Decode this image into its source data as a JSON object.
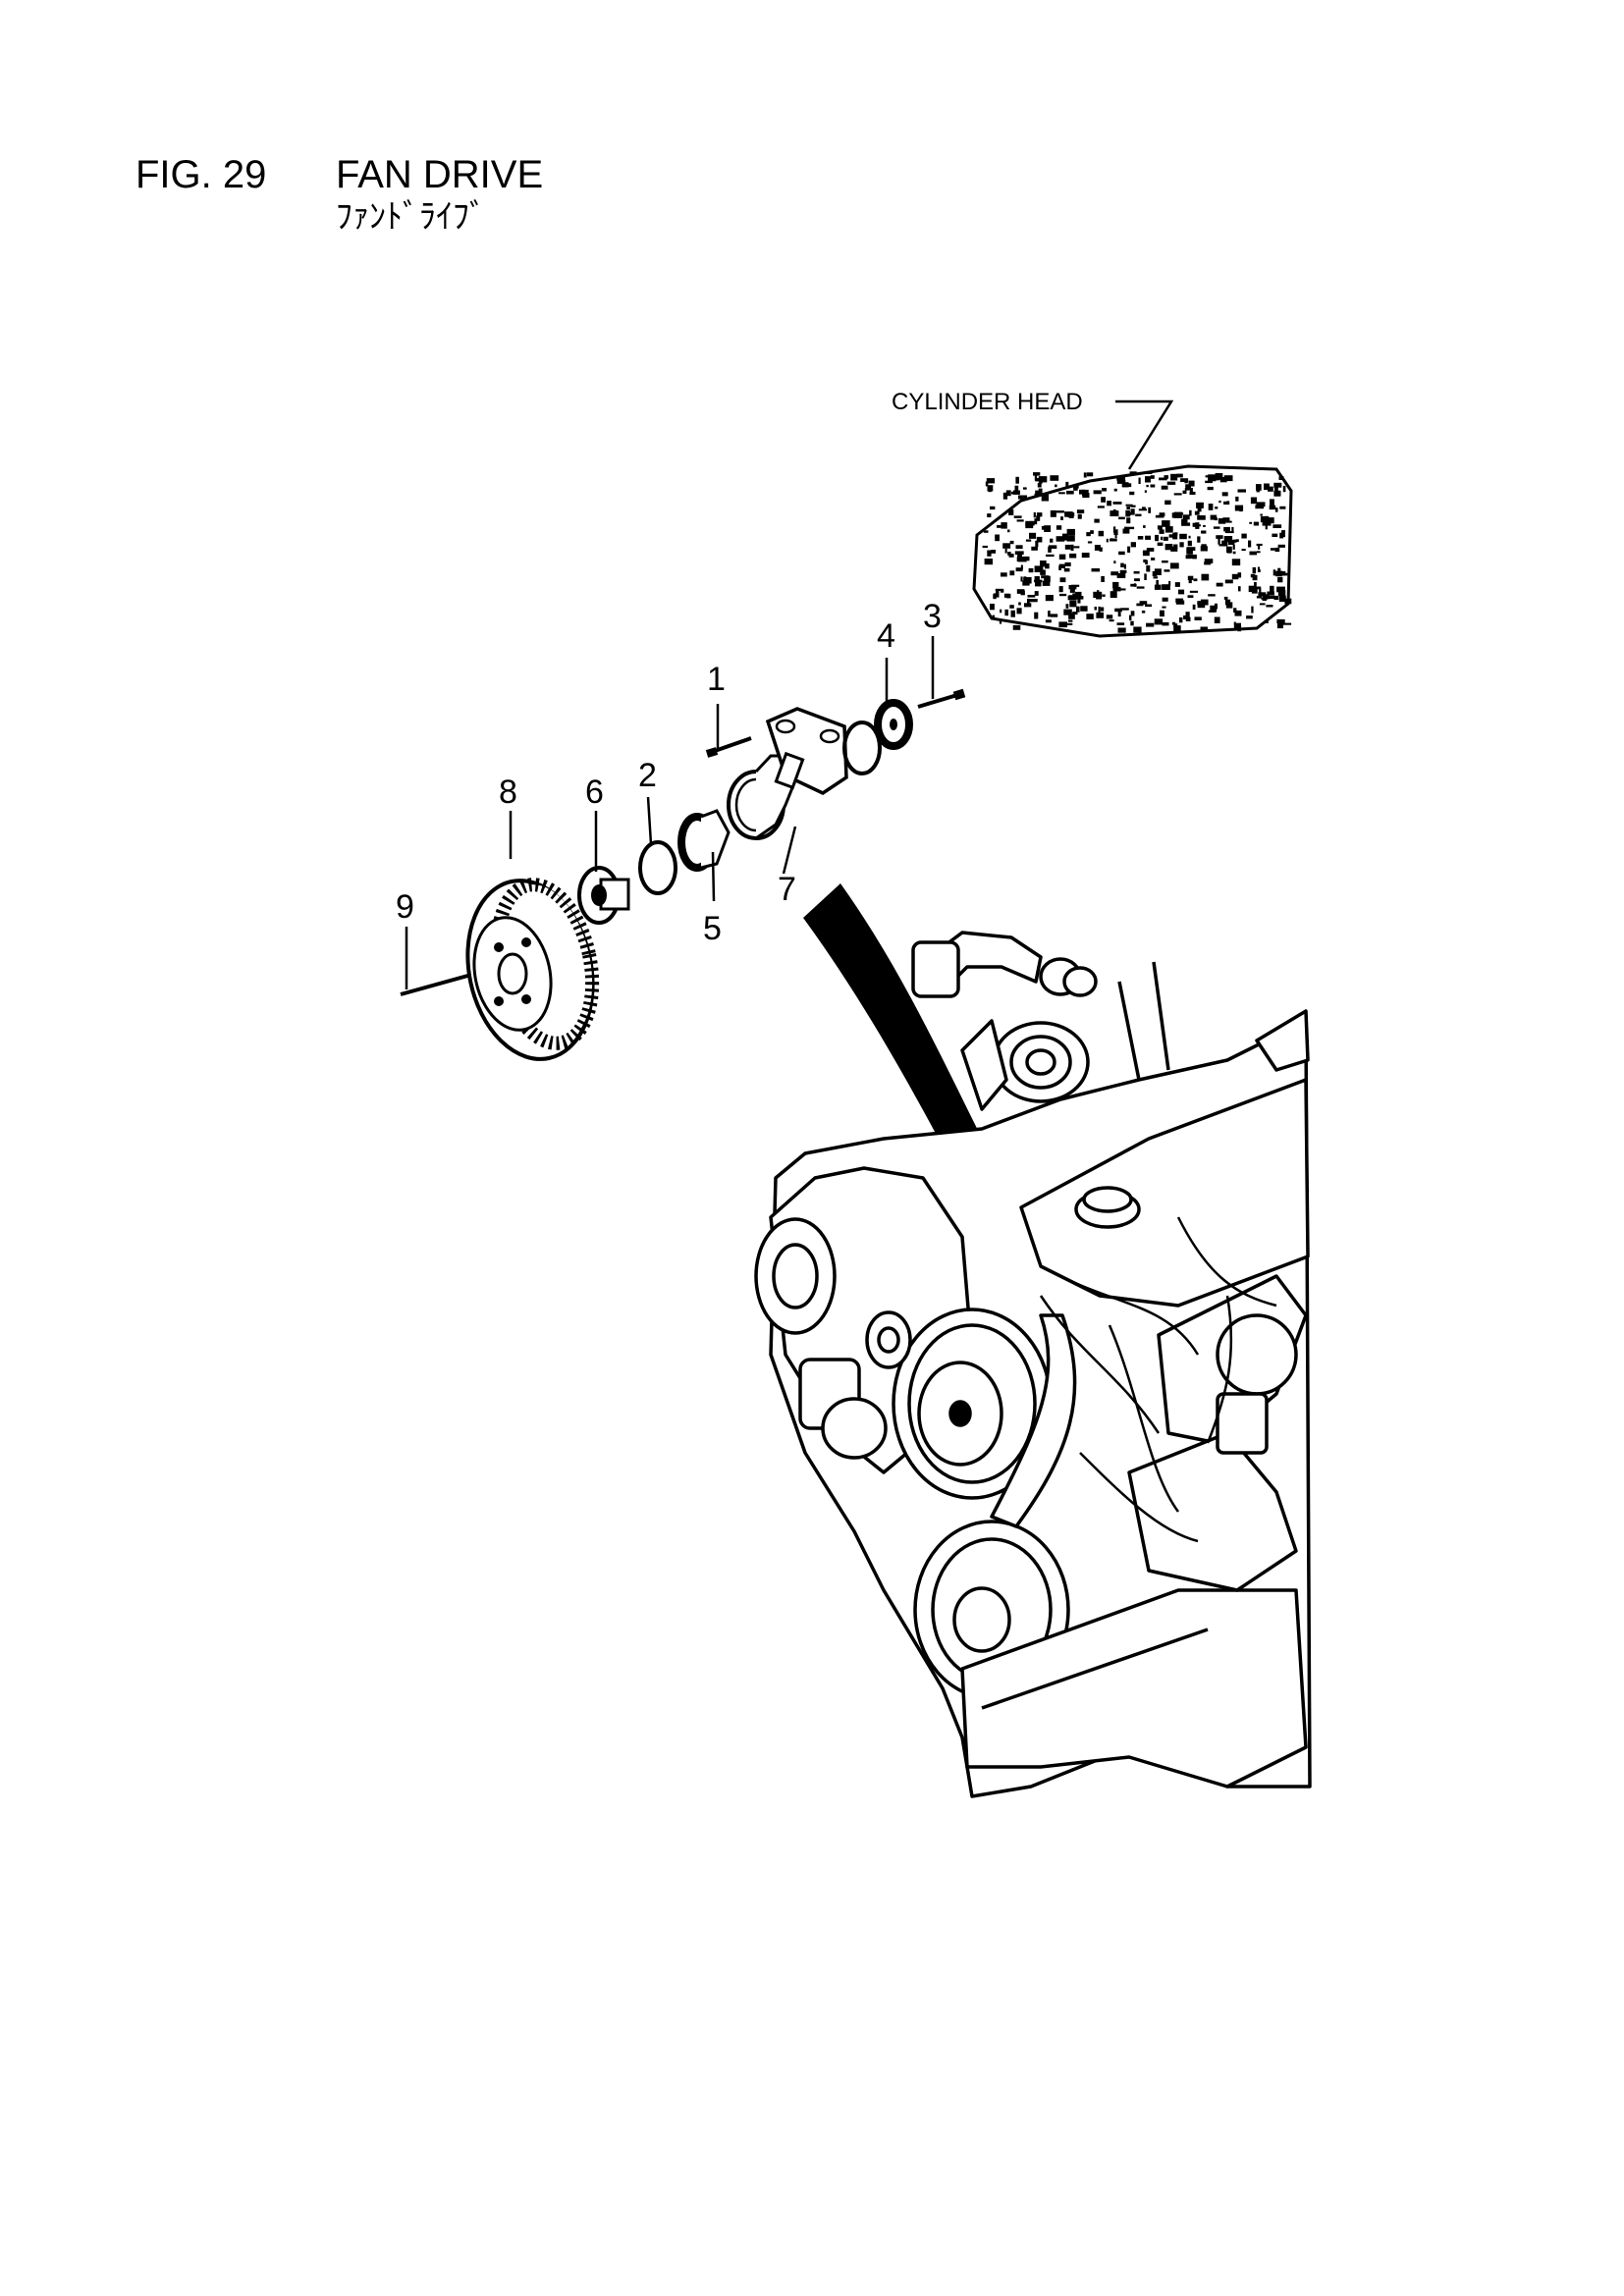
{
  "figure": {
    "number": "FIG. 29",
    "title": "FAN DRIVE",
    "subtitle": "ﾌｧﾝﾄﾞﾗｲﾌﾞ"
  },
  "labels": {
    "cylinder_head": "CYLINDER HEAD"
  },
  "callouts": [
    {
      "id": "1",
      "text": "1"
    },
    {
      "id": "2",
      "text": "2"
    },
    {
      "id": "3",
      "text": "3"
    },
    {
      "id": "4",
      "text": "4"
    },
    {
      "id": "5",
      "text": "5"
    },
    {
      "id": "6",
      "text": "6"
    },
    {
      "id": "7",
      "text": "7"
    },
    {
      "id": "8",
      "text": "8"
    },
    {
      "id": "9",
      "text": "9"
    }
  ]
}
